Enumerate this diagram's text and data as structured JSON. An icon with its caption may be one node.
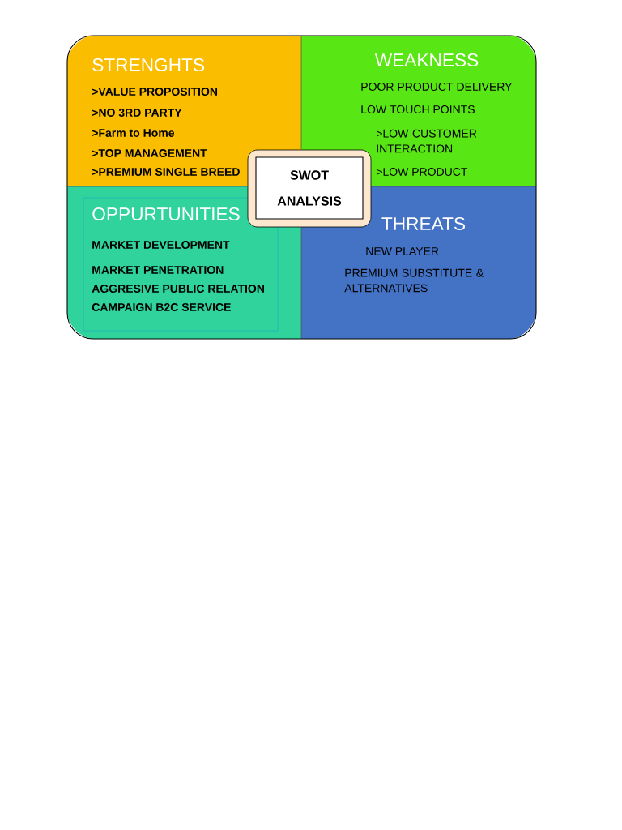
{
  "diagram": {
    "nodes": [
      {
        "text": [
          "STRENGHTS",
          ">VALUE PROPOSITION",
          ">NO 3RD PARTY",
          ">Farm to Home",
          ">TOP MANAGEMENT",
          ">PREMIUM SINGLE BREED"
        ]
      },
      {
        "text": [
          "WEAKNESS",
          "POOR PRODUCT DELIVERY",
          "LOW TOUCH POINTS",
          ">LOW CUSTOMER INTERACTION",
          ">LOW PRODUCT"
        ]
      },
      {
        "text": [
          "OPPURTUNITIES",
          "MARKET DEVELOPMENT",
          "MARKET PENETRATION",
          "AGGRESIVE PUBLIC RELATION",
          "CAMPAIGN B2C SERVICE"
        ]
      },
      {
        "text": [
          "THREATS",
          "NEW PLAYER",
          "PREMIUM SUBSTITUTE & ALTERNATIVES"
        ]
      },
      {
        "text": [
          "SWOT ANALYSIS"
        ]
      }
    ],
    "edges": []
  }
}
